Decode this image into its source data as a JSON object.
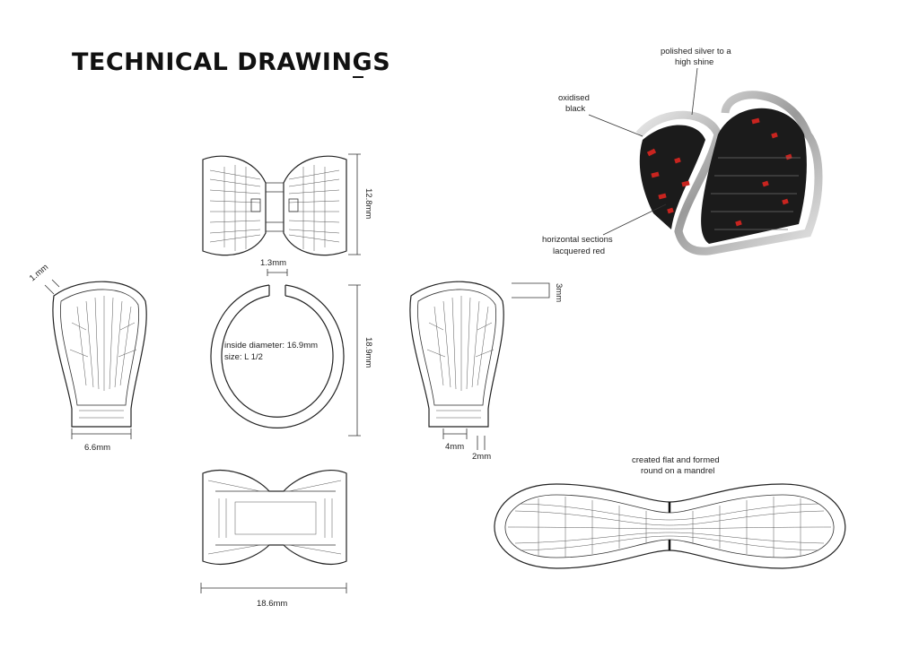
{
  "title": "TECHNICAL DRAWINGS",
  "dimensions": {
    "top_height": "12.8mm",
    "gap": "1.3mm",
    "wall": "1.mm",
    "ring_height": "18.9mm",
    "front_width": "6.6mm",
    "side_right": "3mm",
    "side_bottom_a": "4mm",
    "side_bottom_b": "2mm",
    "bottom_width": "18.6mm"
  },
  "ring_note": {
    "line1": "inside diameter:  16.9mm",
    "line2": "size: L 1/2"
  },
  "annotations": {
    "polished_1": "polished silver to a",
    "polished_2": "high shine",
    "oxidised_1": "oxidised",
    "oxidised_2": "black",
    "lacquer_1": "horizontal  sections",
    "lacquer_2": "lacquered red",
    "flat_1": "created flat and formed",
    "flat_2": "round on a mandrel"
  },
  "colors": {
    "ink": "#111111",
    "silver": "#c8c8c8",
    "oxide": "#1b1b1b",
    "lacquer": "#c8241f"
  }
}
